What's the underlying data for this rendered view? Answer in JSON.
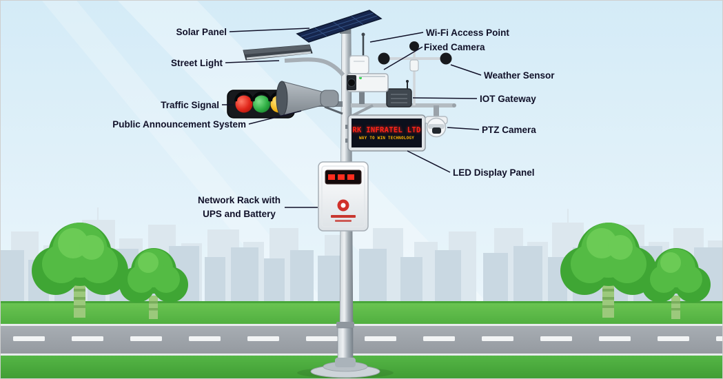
{
  "scene": {
    "type": "smart-pole-component-diagram",
    "labels": [
      {
        "id": "solar-panel",
        "text": "Solar Panel"
      },
      {
        "id": "street-light",
        "text": "Street Light"
      },
      {
        "id": "traffic-signal",
        "text": "Traffic Signal"
      },
      {
        "id": "public-announcement-system",
        "text": "Public Announcement System"
      },
      {
        "id": "network-rack",
        "text": "Network Rack with UPS and Battery"
      },
      {
        "id": "wifi-access-point",
        "text": "Wi-Fi Access Point"
      },
      {
        "id": "fixed-camera",
        "text": "Fixed Camera"
      },
      {
        "id": "weather-sensor",
        "text": "Weather Sensor"
      },
      {
        "id": "iot-gateway",
        "text": "IOT Gateway"
      },
      {
        "id": "ptz-camera",
        "text": "PTZ Camera"
      },
      {
        "id": "led-display-panel",
        "text": "LED Display Panel"
      }
    ],
    "led_panel": {
      "line1": "RK INFRATEL LTD",
      "line2": "WAY TO WIN TECHNOLOGY"
    },
    "colors": {
      "sky": "#d6ecf7",
      "skyline_back": "#dce7ee",
      "skyline_front": "#c9d8e2",
      "grass": "#57b847",
      "road": "#9ba1a7",
      "tree_green": "#3fa634",
      "tree_light": "#54bb44",
      "signal_red": "#e0261a",
      "signal_green": "#2fae44",
      "signal_yellow": "#f4b81c",
      "solar_panel_blue": "#16264d",
      "led_text_red": "#ff2418",
      "led_text_yellow": "#ffb400",
      "label_text": "#101028"
    }
  }
}
